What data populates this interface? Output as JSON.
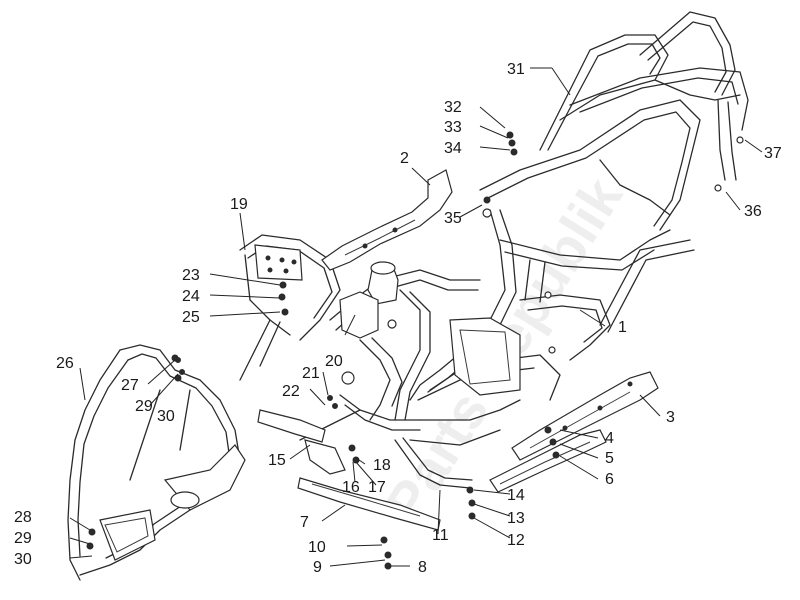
{
  "watermark": "Parts Republik",
  "labels": [
    {
      "id": "1",
      "text": "1"
    },
    {
      "id": "2",
      "text": "2"
    },
    {
      "id": "3",
      "text": "3"
    },
    {
      "id": "4",
      "text": "4"
    },
    {
      "id": "5",
      "text": "5"
    },
    {
      "id": "6",
      "text": "6"
    },
    {
      "id": "7",
      "text": "7"
    },
    {
      "id": "8",
      "text": "8"
    },
    {
      "id": "9",
      "text": "9"
    },
    {
      "id": "10",
      "text": "10"
    },
    {
      "id": "11",
      "text": "11"
    },
    {
      "id": "12",
      "text": "12"
    },
    {
      "id": "13",
      "text": "13"
    },
    {
      "id": "14",
      "text": "14"
    },
    {
      "id": "15",
      "text": "15"
    },
    {
      "id": "16",
      "text": "16"
    },
    {
      "id": "17",
      "text": "17"
    },
    {
      "id": "18",
      "text": "18"
    },
    {
      "id": "19",
      "text": "19"
    },
    {
      "id": "20",
      "text": "20"
    },
    {
      "id": "21",
      "text": "21"
    },
    {
      "id": "22",
      "text": "22"
    },
    {
      "id": "23",
      "text": "23"
    },
    {
      "id": "24",
      "text": "24"
    },
    {
      "id": "25",
      "text": "25"
    },
    {
      "id": "26",
      "text": "26"
    },
    {
      "id": "27",
      "text": "27"
    },
    {
      "id": "28",
      "text": "28"
    },
    {
      "id": "29a",
      "text": "29"
    },
    {
      "id": "29b",
      "text": "29"
    },
    {
      "id": "30a",
      "text": "30"
    },
    {
      "id": "30b",
      "text": "30"
    },
    {
      "id": "31",
      "text": "31"
    },
    {
      "id": "32",
      "text": "32"
    },
    {
      "id": "33",
      "text": "33"
    },
    {
      "id": "34",
      "text": "34"
    },
    {
      "id": "35",
      "text": "35"
    },
    {
      "id": "36",
      "text": "36"
    },
    {
      "id": "37",
      "text": "37"
    }
  ]
}
